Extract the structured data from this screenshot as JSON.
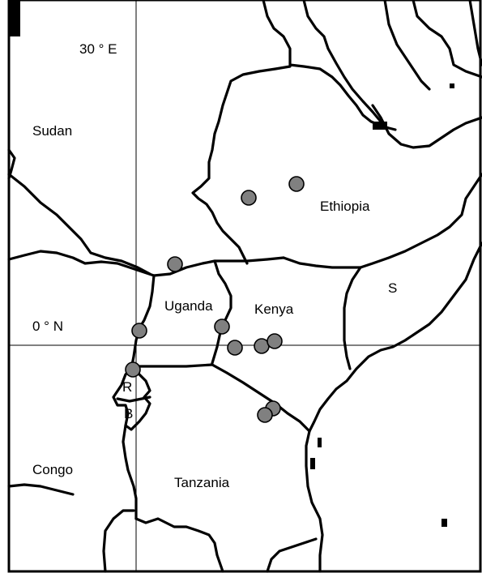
{
  "map": {
    "grid_labels": {
      "longitude": "30 ° E",
      "latitude": "0 ° N"
    },
    "countries": [
      {
        "key": "sudan",
        "label": "Sudan"
      },
      {
        "key": "ethiopia",
        "label": "Ethiopia"
      },
      {
        "key": "somalia",
        "label": "S"
      },
      {
        "key": "uganda",
        "label": "Uganda"
      },
      {
        "key": "kenya",
        "label": "Kenya"
      },
      {
        "key": "rwanda",
        "label": "R"
      },
      {
        "key": "burundi",
        "label": "B"
      },
      {
        "key": "congo",
        "label": "Congo"
      },
      {
        "key": "tanzania",
        "label": "Tanzania"
      }
    ],
    "point_count": 11,
    "colors": {
      "point_fill": "#808080",
      "border": "#000000",
      "background": "#ffffff"
    }
  }
}
